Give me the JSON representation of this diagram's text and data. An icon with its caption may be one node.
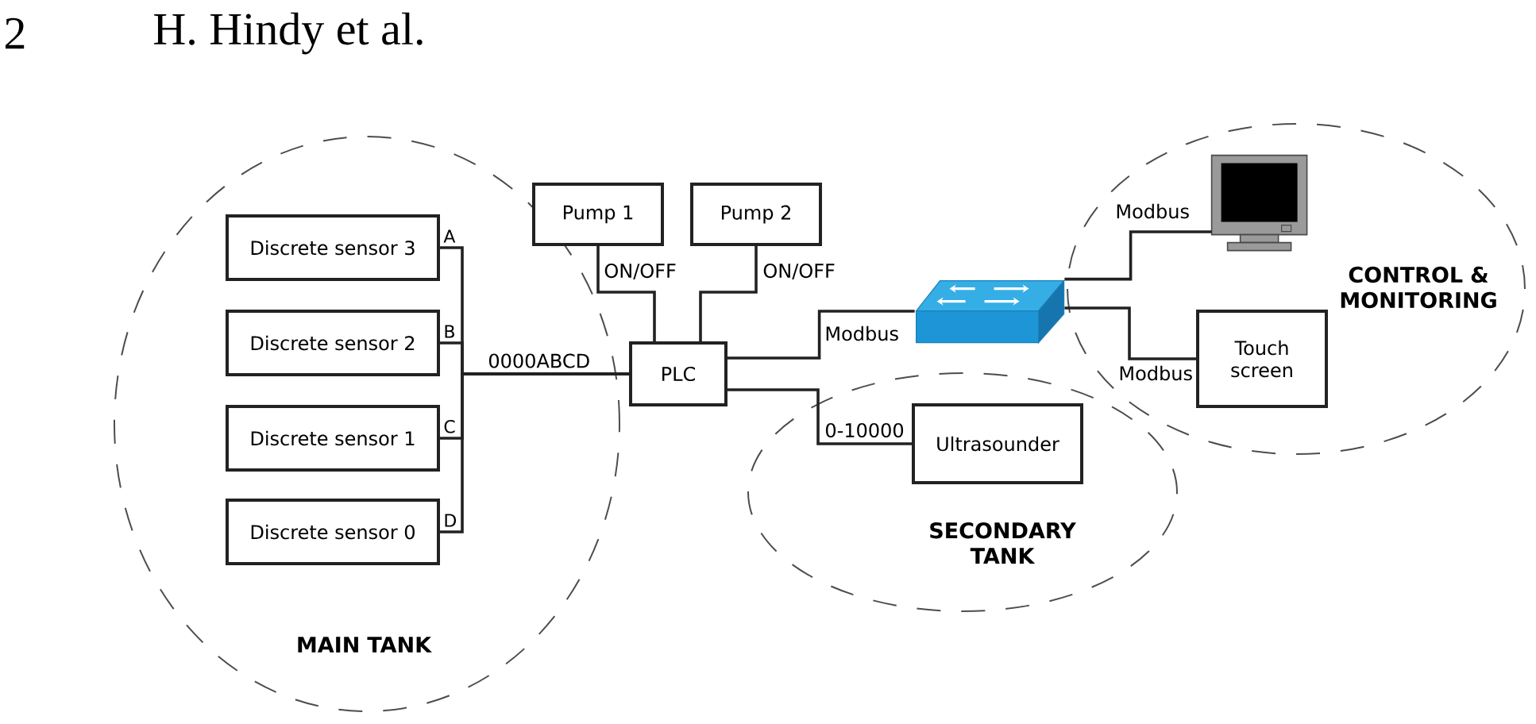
{
  "diagram": {
    "nodes": [
      {
        "text": [
          "MAIN TANK"
        ]
      },
      {
        "text": [
          "Discrete sensor 3"
        ],
        "in": 0
      },
      {
        "text": [
          "Discrete sensor 2"
        ],
        "in": 0
      },
      {
        "text": [
          "Discrete sensor 1"
        ],
        "in": 0
      },
      {
        "text": [
          "Discrete sensor 0"
        ],
        "in": 0
      },
      {
        "text": [
          "Pump 1"
        ]
      },
      {
        "text": [
          "Pump 2"
        ]
      },
      {
        "text": [
          "PLC"
        ]
      },
      {
        "text": [
          "SECONDARY TANK"
        ]
      },
      {
        "text": [
          "Ultrasounder"
        ],
        "in": 8
      },
      {
        "text": [],
        "shape": "picture"
      },
      {
        "text": [
          "CONTROL & MONITORING"
        ]
      },
      {
        "text": [],
        "shape": "picture",
        "in": 11
      },
      {
        "text": [
          "Touch screen"
        ],
        "in": 11
      }
    ],
    "edges": [
      {
        "from": 1,
        "to": 7,
        "arrow": "none",
        "label": "A"
      },
      {
        "from": 2,
        "to": 7,
        "arrow": "none",
        "label": "B"
      },
      {
        "from": 3,
        "to": 7,
        "arrow": "none",
        "label": "C"
      },
      {
        "from": 4,
        "to": 7,
        "arrow": "none",
        "label": "D"
      },
      {
        "from": 5,
        "to": 7,
        "arrow": "none",
        "label": "ON/OFF"
      },
      {
        "from": 6,
        "to": 7,
        "arrow": "none",
        "label": "ON/OFF"
      },
      {
        "from": 7,
        "to": 10,
        "arrow": "none",
        "label": "Modbus"
      },
      {
        "from": 7,
        "to": 9,
        "arrow": "none",
        "label": "0-10000"
      },
      {
        "from": 10,
        "to": 12,
        "arrow": "none",
        "label": "Modbus"
      },
      {
        "from": 10,
        "to": 13,
        "arrow": "none",
        "label": "Modbus"
      }
    ],
    "labels": [
      "2",
      "H. Hindy et al.",
      "0000ABCD"
    ]
  }
}
